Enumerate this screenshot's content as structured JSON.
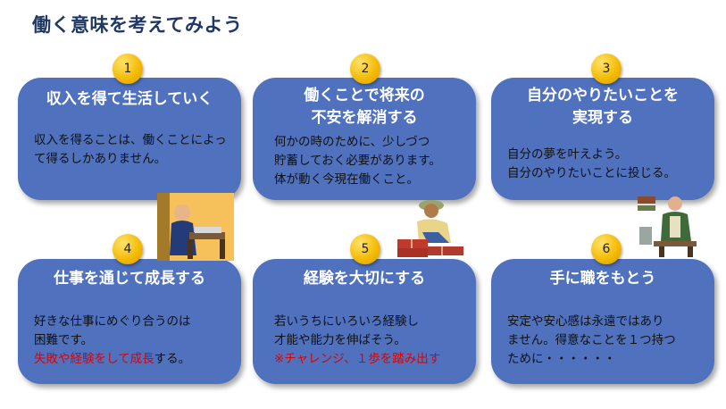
{
  "title": "働く意味を考えてみよう",
  "cards": [
    {
      "number": "1",
      "title": "収入を得て生活していく",
      "body": [
        "収入を得ることは、働くことによっ",
        "て得るしかありません。"
      ],
      "highlight": ""
    },
    {
      "number": "2",
      "title": "働くことで将来の\n不安を解消する",
      "body": [
        "何かの時のために、少しづつ",
        "貯蓄しておく必要があります。",
        "体が動く今現在働くこと。"
      ],
      "highlight": ""
    },
    {
      "number": "3",
      "title": "自分のやりたいことを\n実現する",
      "body": [
        "自分の夢を叶えよう。",
        "自分のやりたいことに投じる。"
      ],
      "highlight": ""
    },
    {
      "number": "4",
      "title": "仕事を通じて成長する",
      "body": [
        "好きな仕事にめぐり合うのは",
        "困難です。"
      ],
      "highlight": "失敗や経験をして成長",
      "highlight_suffix": "する。"
    },
    {
      "number": "5",
      "title": "経験を大切にする",
      "body": [
        "若いうちにいろいろ経験し",
        "才能や能力を伸ばそう。"
      ],
      "highlight": "※チャレンジ、１歩を踏み出す",
      "highlight_suffix": ""
    },
    {
      "number": "6",
      "title": "手に職をもとう",
      "body": [
        "安定や安心感は永遠ではあり",
        "ません。得意なことを１つ持つ",
        "ために・・・・・・"
      ],
      "highlight": ""
    }
  ],
  "colors": {
    "card": "#4f71be",
    "badge": "#f3b800",
    "title": "#1f3864",
    "highlight": "#e00000"
  }
}
